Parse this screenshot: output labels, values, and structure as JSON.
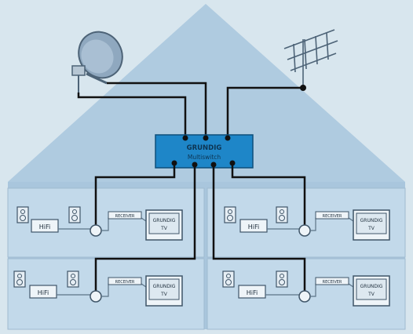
{
  "multiswitch": {
    "brand": "GRUNDIG",
    "model": "Multiswitch"
  },
  "rooms": [
    {
      "hifi": "HiFi",
      "receiver": "RECEIVER",
      "tv_brand": "GRUNDIG",
      "tv": "TV"
    },
    {
      "hifi": "HiFi",
      "receiver": "RECEIVER",
      "tv_brand": "GRUNDIG",
      "tv": "TV"
    },
    {
      "hifi": "HiFi",
      "receiver": "RECEIVER",
      "tv_brand": "GRUNDIG",
      "tv": "TV"
    },
    {
      "hifi": "HiFi",
      "receiver": "RECEIVER",
      "tv_brand": "GRUNDIG",
      "tv": "TV"
    }
  ],
  "colors": {
    "background": "#d8e6ee",
    "roof": "#a9c6dd",
    "room": "#c2d9ea",
    "multiswitch": "#1e86c8",
    "cable": "#111111"
  }
}
